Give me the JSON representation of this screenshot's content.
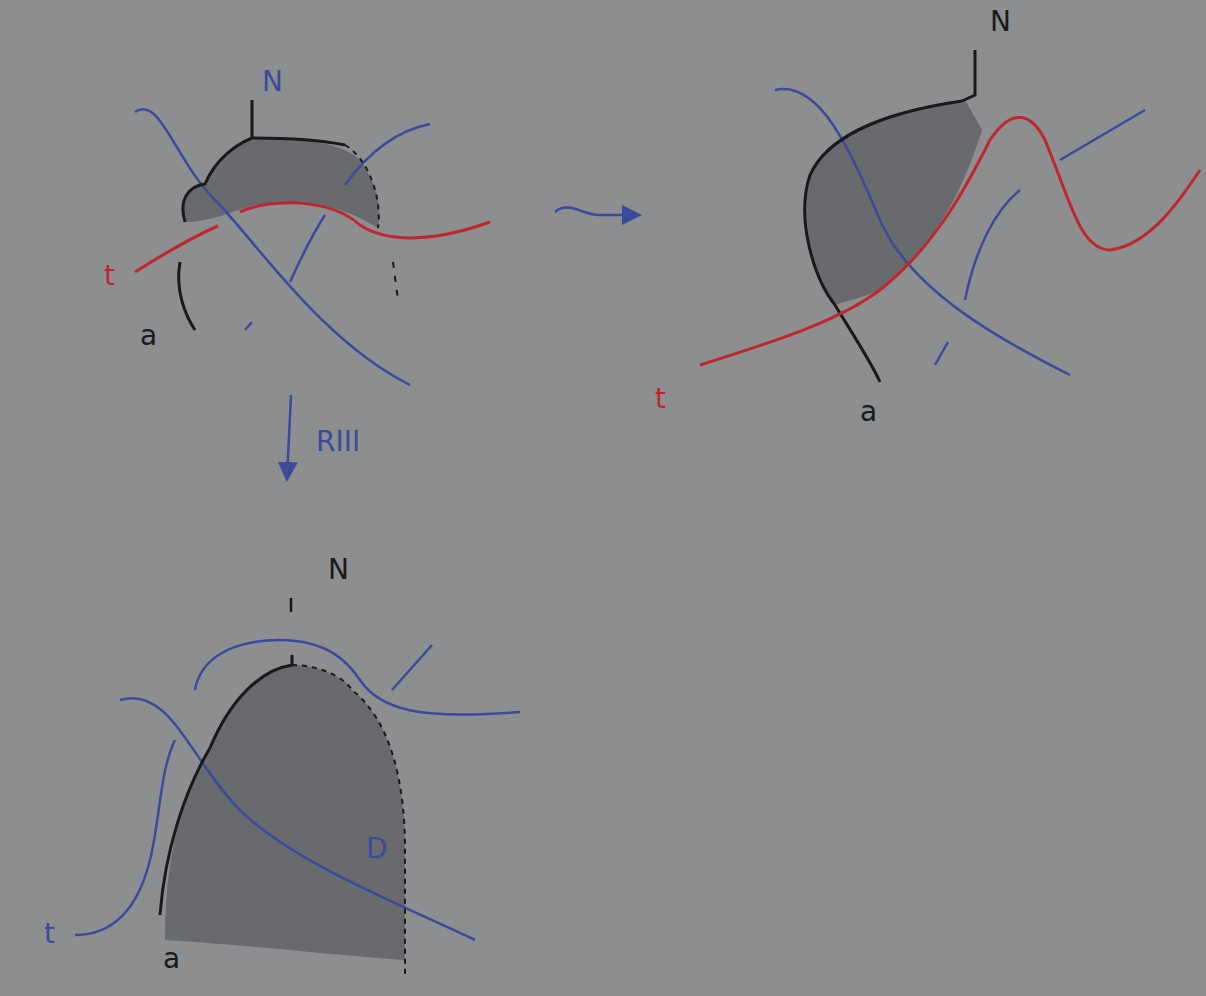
{
  "diagram": {
    "labels": [
      "N",
      "t",
      "a",
      "RIII",
      "N",
      "t",
      "a",
      "N",
      "t",
      "a",
      "D"
    ]
  }
}
